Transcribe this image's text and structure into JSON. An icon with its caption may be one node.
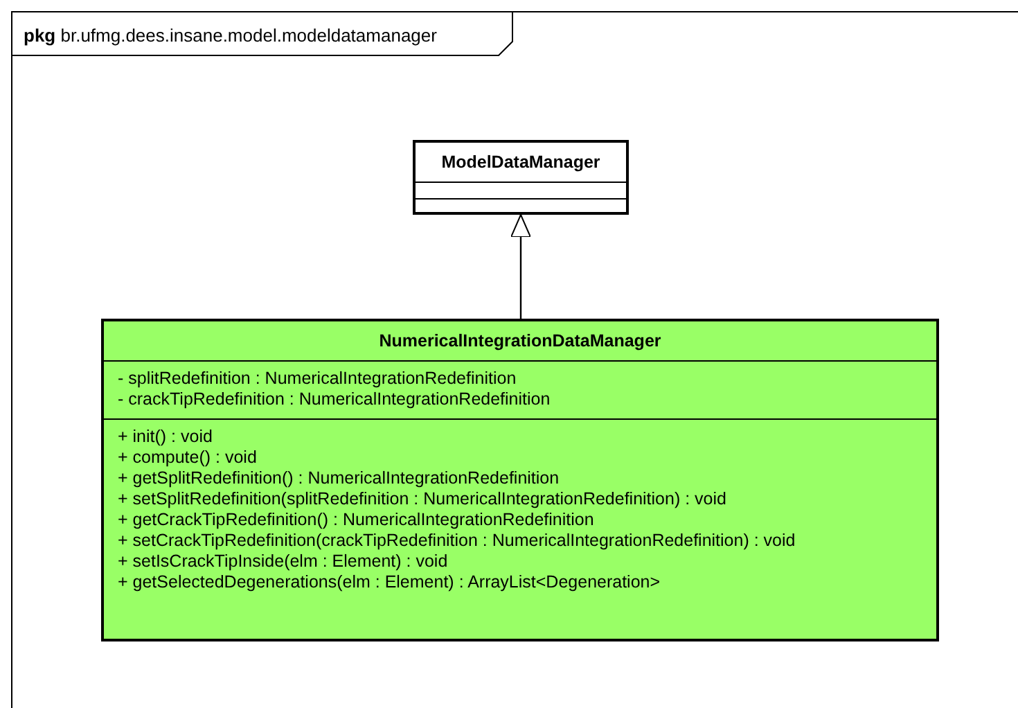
{
  "diagram": {
    "nodes": [
      {
        "text": [
          "**pkg** br.ufmg.dees.insane.model.modeldatamanager"
        ]
      },
      {
        "text": [
          "ModelDataManager"
        ],
        "in": 0
      },
      {
        "text": [
          "NumericalIntegrationDataManager",
          "- splitRedefinition : NumericalIntegrationRedefinition",
          "- crackTipRedefinition : NumericalIntegrationRedefinition",
          "+ init() : void",
          "+ compute() : void",
          "+ getSplitRedefinition() : NumericalIntegrationRedefinition",
          "+ setSplitRedefinition(splitRedefinition : NumericalIntegrationRedefinition) : void",
          "+ getCrackTipRedefinition() : NumericalIntegrationRedefinition",
          "+ setCrackTipRedefinition(crackTipRedefinition : NumericalIntegrationRedefinition) : void",
          "+ setIsCrackTipInside(elm : Element) : void",
          "+ getSelectedDegenerations(elm : Element) : ArrayList<Degeneration>"
        ],
        "in": 0
      }
    ],
    "edges": [
      {
        "from": 2,
        "to": 1,
        "arrow": "to"
      }
    ]
  }
}
